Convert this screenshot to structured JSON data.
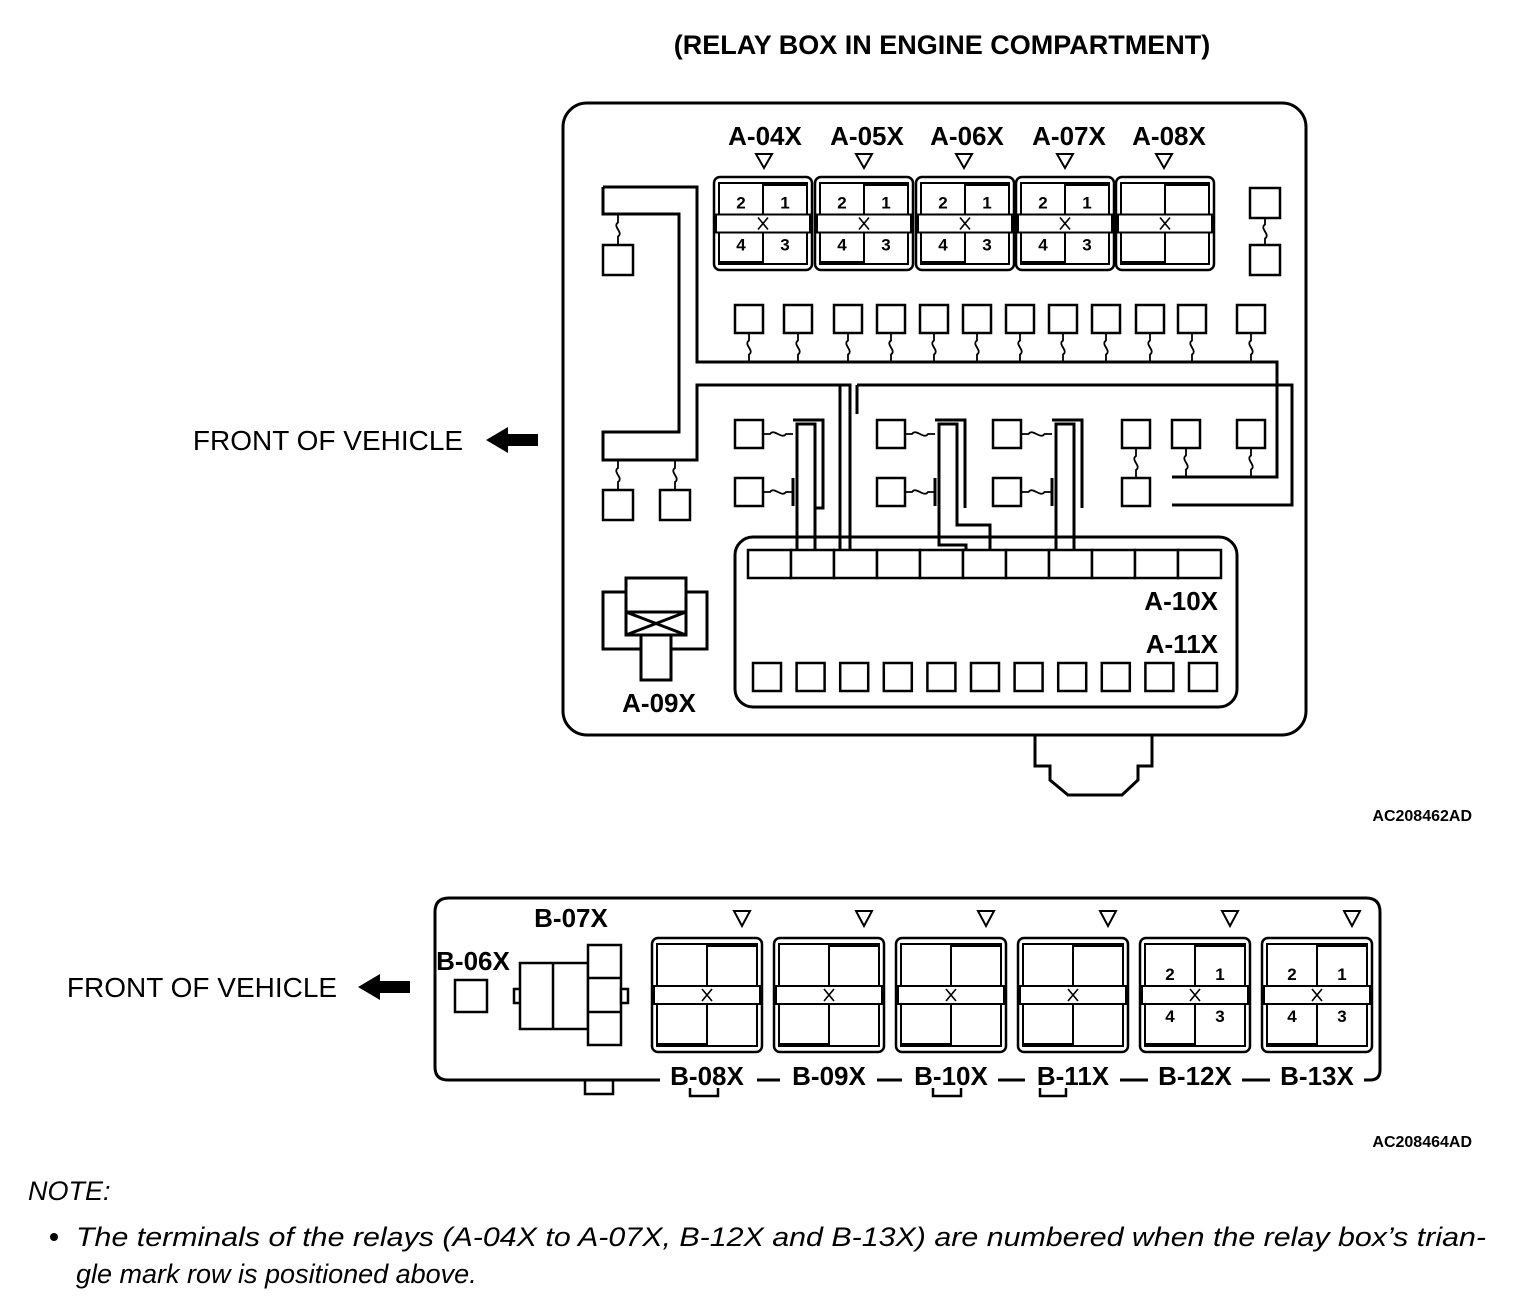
{
  "diagram_a": {
    "title": "(RELAY BOX IN ENGINE COMPARTMENT)",
    "front_label": "FRONT OF VEHICLE",
    "relays": [
      {
        "id": "A-04X",
        "terminals": [
          "2",
          "1",
          "4",
          "3"
        ]
      },
      {
        "id": "A-05X",
        "terminals": [
          "2",
          "1",
          "4",
          "3"
        ]
      },
      {
        "id": "A-06X",
        "terminals": [
          "2",
          "1",
          "4",
          "3"
        ]
      },
      {
        "id": "A-07X",
        "terminals": [
          "2",
          "1",
          "4",
          "3"
        ]
      },
      {
        "id": "A-08X",
        "terminals": [
          "",
          "",
          "",
          ""
        ]
      }
    ],
    "a09_label": "A-09X",
    "a10_label": "A-10X",
    "a11_label": "A-11X",
    "code": "AC208462AD"
  },
  "diagram_b": {
    "front_label": "FRONT OF VEHICLE",
    "b06_label": "B-06X",
    "b07_label": "B-07X",
    "relays": [
      {
        "id": "B-08X",
        "terminals": [
          "",
          "",
          "",
          ""
        ]
      },
      {
        "id": "B-09X",
        "terminals": [
          "",
          "",
          "",
          ""
        ]
      },
      {
        "id": "B-10X",
        "terminals": [
          "",
          "",
          "",
          ""
        ]
      },
      {
        "id": "B-11X",
        "terminals": [
          "",
          "",
          "",
          ""
        ]
      },
      {
        "id": "B-12X",
        "terminals": [
          "2",
          "1",
          "4",
          "3"
        ]
      },
      {
        "id": "B-13X",
        "terminals": [
          "2",
          "1",
          "4",
          "3"
        ]
      }
    ],
    "code": "AC208464AD"
  },
  "note": {
    "heading": "NOTE:",
    "line1": "The terminals of the relays (A-04X to A-07X, B-12X and B-13X) are numbered when the relay box’s trian-",
    "line2": "gle mark row is positioned above."
  },
  "icons": {
    "arrow": "left-arrow-icon",
    "triangle": "triangle-mark-icon",
    "bullet": "bullet-icon"
  }
}
